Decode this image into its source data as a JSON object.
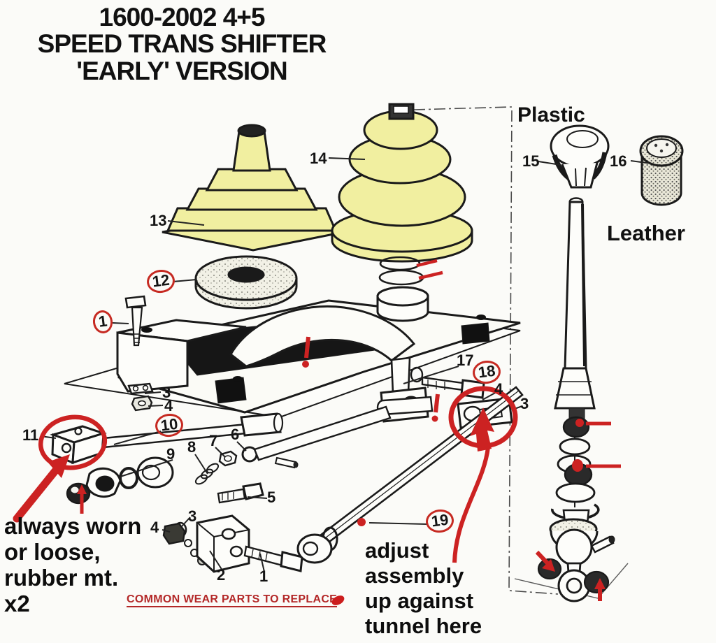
{
  "title": {
    "line1": "1600-2002 4+5",
    "line2": "SPEED TRANS SHIFTER",
    "line3": "'EARLY' VERSION"
  },
  "material_labels": {
    "plastic": "Plastic",
    "leather": "Leather"
  },
  "notes": {
    "wear": {
      "line1": "always worn",
      "line2": "or loose,",
      "line3": "rubber mt.",
      "line4": "x2"
    },
    "adjust": {
      "line1": "adjust",
      "line2": "assembly",
      "line3": "up against",
      "line4": "tunnel here"
    },
    "common_wear": "COMMON WEAR PARTS TO REPLACE"
  },
  "parts": {
    "p1_top": {
      "text": "1",
      "circled": true
    },
    "p12": {
      "text": "12",
      "circled": true
    },
    "p13": {
      "text": "13",
      "circled": false
    },
    "p14": {
      "text": "14",
      "circled": false
    },
    "p15": {
      "text": "15",
      "circled": false
    },
    "p16": {
      "text": "16",
      "circled": false
    },
    "p17": {
      "text": "17",
      "circled": false
    },
    "p18": {
      "text": "18",
      "circled": true
    },
    "p3_left": {
      "text": "3",
      "circled": false
    },
    "p4_left": {
      "text": "4",
      "circled": false
    },
    "p4_mid": {
      "text": "4",
      "circled": false
    },
    "p3_mid": {
      "text": "3",
      "circled": false
    },
    "p11": {
      "text": "11",
      "circled": false
    },
    "p10": {
      "text": "10",
      "circled": true
    },
    "p9": {
      "text": "9",
      "circled": false
    },
    "p8": {
      "text": "8",
      "circled": false
    },
    "p7": {
      "text": "7",
      "circled": false
    },
    "p6": {
      "text": "6",
      "circled": false
    },
    "p5": {
      "text": "5",
      "circled": false
    },
    "p3_bottom": {
      "text": "3",
      "circled": false
    },
    "p4_bottom": {
      "text": "4",
      "circled": false
    },
    "p2": {
      "text": "2",
      "circled": false
    },
    "p1_bottom": {
      "text": "1",
      "circled": false
    },
    "p19": {
      "text": "19",
      "circled": true
    }
  },
  "colors": {
    "highlight_yellow": "#f1efa0",
    "annotation_red": "#cc2222",
    "wear_text_red": "#b32727",
    "ink": "#1a1a1a",
    "background": "#fbfbf8"
  }
}
